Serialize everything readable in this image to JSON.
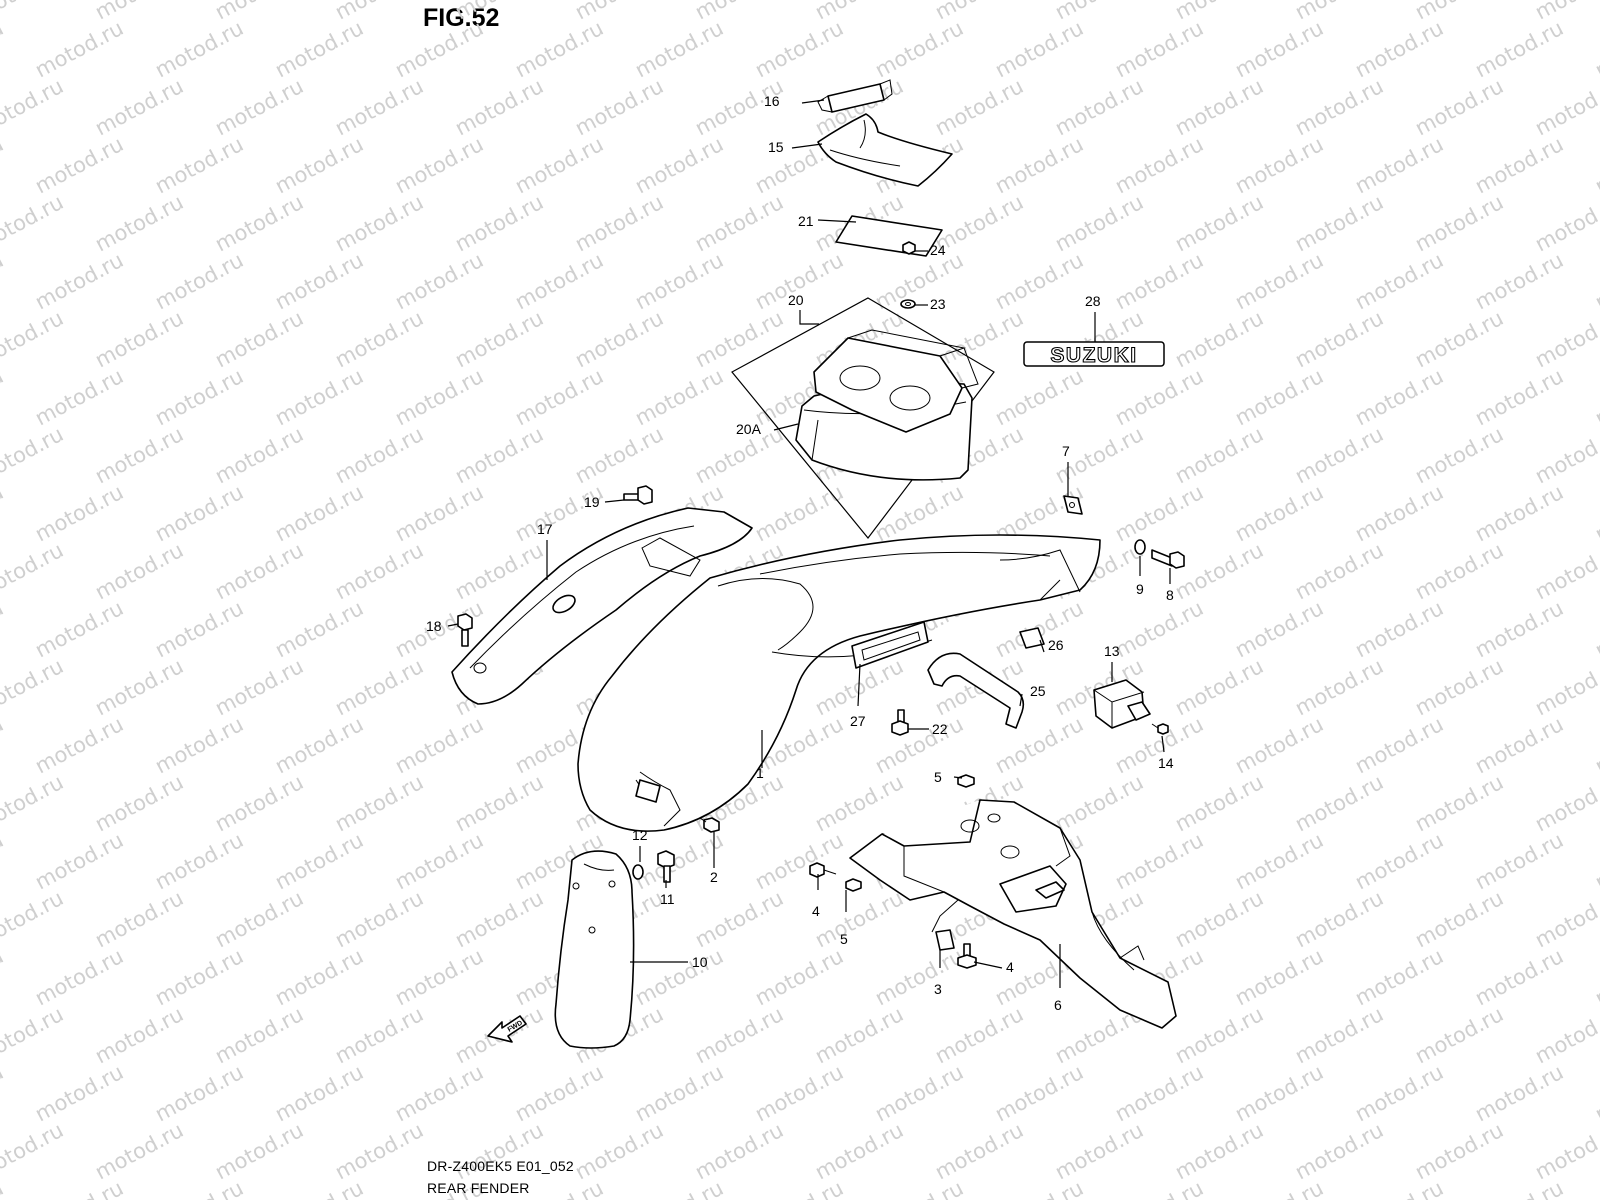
{
  "figure_title": "FIG.52",
  "footer": {
    "code": "DR-Z400EK5 E01_052",
    "name": "REAR FENDER"
  },
  "watermark_text": "motod.ru",
  "brand_emblem_text": "SUZUKI",
  "fwd_label": "FWD",
  "callouts": [
    "1",
    "2",
    "3",
    "4",
    "4",
    "5",
    "5",
    "6",
    "7",
    "8",
    "9",
    "10",
    "11",
    "12",
    "13",
    "14",
    "15",
    "16",
    "17",
    "18",
    "19",
    "20",
    "20A",
    "21",
    "22",
    "23",
    "24",
    "25",
    "26",
    "27",
    "28"
  ]
}
